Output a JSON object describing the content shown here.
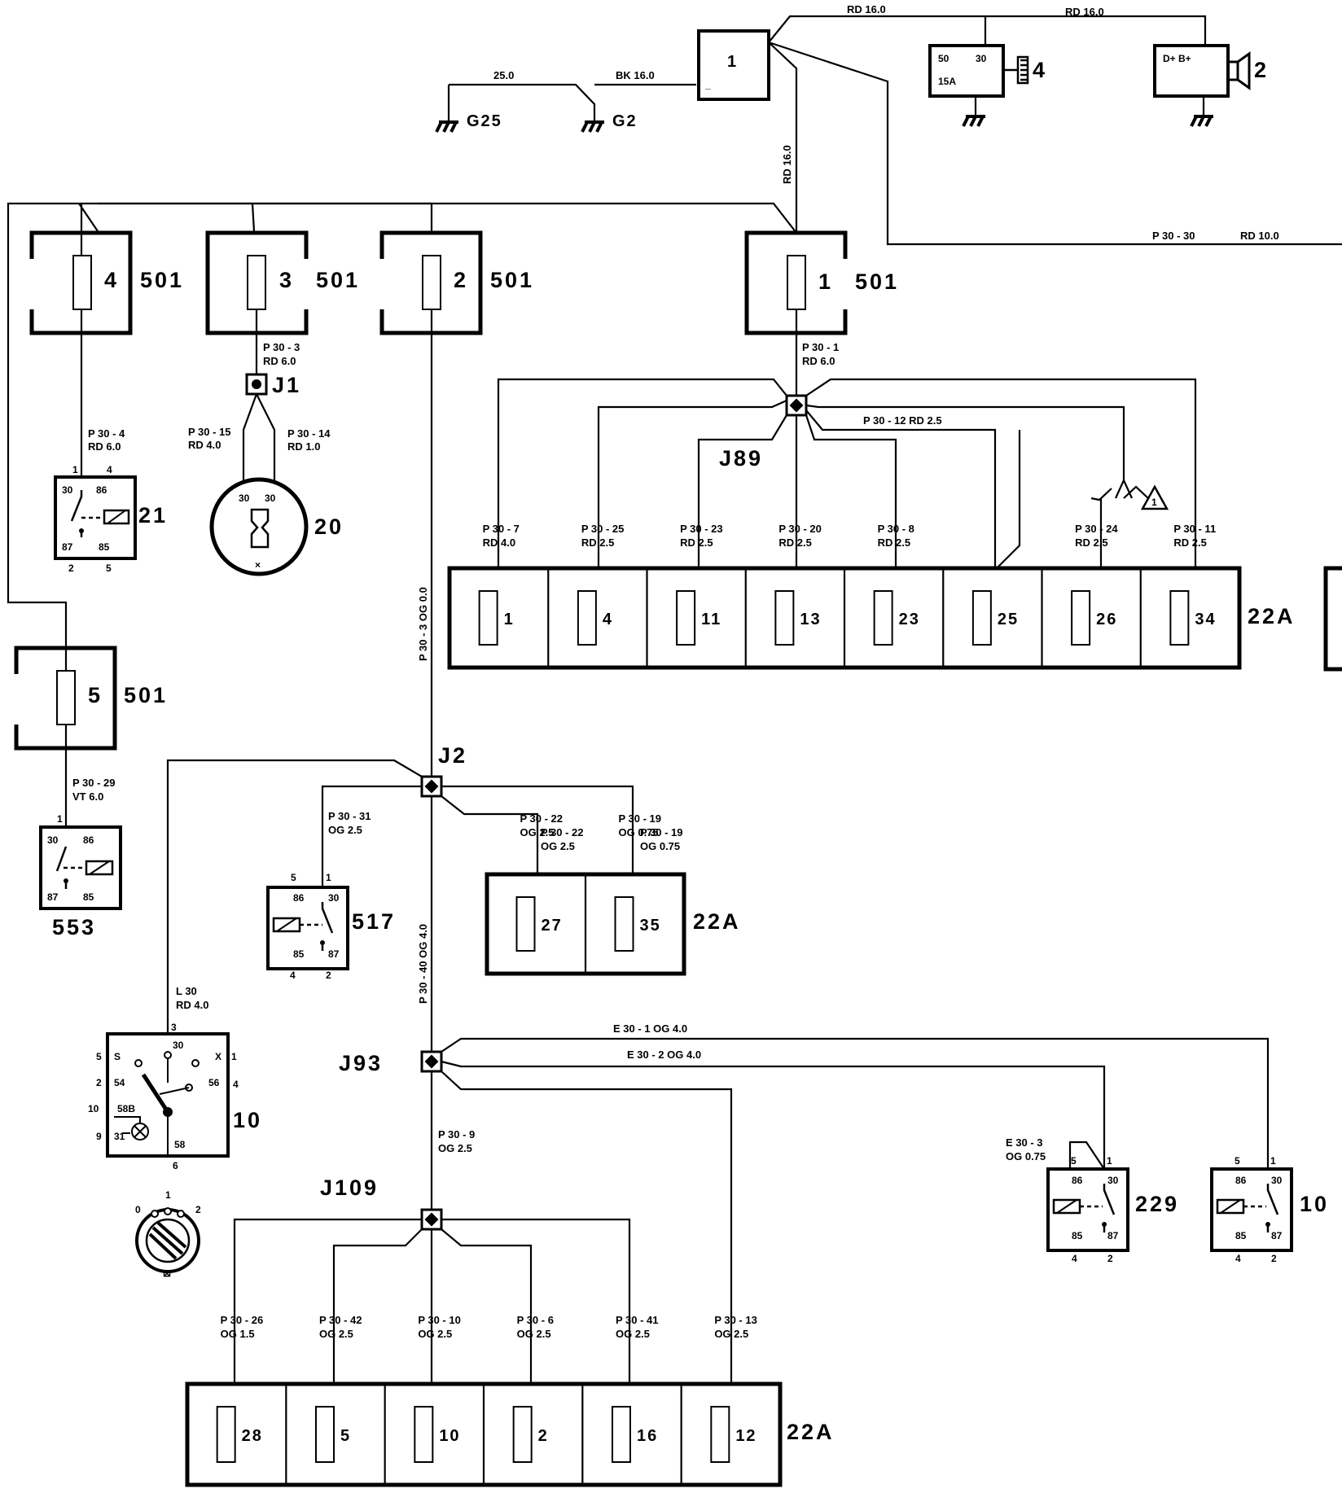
{
  "ground_left": "25.0",
  "grounds": [
    "G25",
    "G2"
  ],
  "battery": {
    "id": "1",
    "neg": "_"
  },
  "wires_top": [
    "BK 16.0",
    "RD 16.0",
    "RD 16.0",
    "RD 16.0",
    "P 30 - 30",
    "RD 10.0"
  ],
  "starter": {
    "id": "4",
    "t1": "50",
    "t2": "30",
    "fuse": "15A"
  },
  "alternator": {
    "id": "2",
    "t": "D+ B+"
  },
  "fuse_501": [
    "4",
    "3",
    "2",
    "1",
    "5"
  ],
  "fuse_501_suffix": "501",
  "wires": {
    "p30_3": "P 30 - 3",
    "p30_3b": "RD 6.0",
    "p30_1": "P 30 - 1",
    "p30_1b": "RD 6.0",
    "p30_4": "P 30 - 4",
    "p30_4b": "RD 6.0",
    "p30_15": "P 30 - 15",
    "p30_15b": "RD 4.0",
    "p30_14": "P 30 - 14",
    "p30_14b": "RD 1.0",
    "p30_12": "P 30 - 12  RD 2.5",
    "p30_29": "P 30 - 29",
    "p30_29b": "VT 6.0",
    "p30_31": "P 30 - 31",
    "p30_31b": "OG 2.5",
    "p30_22": "P 30 - 22",
    "p30_22b": "OG 2.5",
    "p30_19": "P 30 - 19",
    "p30_19b": "OG 0.75",
    "l30": "L 30",
    "l30b": "RD 4.0",
    "e30_1": "E 30 - 1   OG  4.0",
    "e30_2": "E 30 - 2   OG  4.0",
    "e30_3": "E 30 - 3",
    "e30_3b": "OG  0.75",
    "p30_9": "P 30 - 9",
    "p30_9b": "OG  2.5",
    "vert_a": "P 30 - 3   OG  0.0",
    "vert_b": "P 30 - 40   OG  4.0"
  },
  "junctions": [
    "J1",
    "J89",
    "J2",
    "J93",
    "J109"
  ],
  "row1": {
    "id": "22A",
    "wires": [
      [
        "P 30 - 7",
        "RD 4.0"
      ],
      [
        "P 30 - 25",
        "RD  2.5"
      ],
      [
        "P 30 - 23",
        "RD  2.5"
      ],
      [
        "P 30 - 20",
        "RD  2.5"
      ],
      [
        "P 30 - 8",
        "RD  2.5"
      ],
      [
        "",
        ""
      ],
      [
        "P 30 - 24",
        "RD  2.5"
      ],
      [
        "P 30 - 11",
        "RD  2.5"
      ]
    ],
    "fuses": [
      "1",
      "4",
      "11",
      "13",
      "23",
      "25",
      "26",
      "34"
    ]
  },
  "row2": {
    "id": "22A",
    "wires": [
      [
        "P 30 - 22",
        "OG  2.5"
      ],
      [
        "P 30 - 19",
        "OG  0.75"
      ]
    ],
    "fuses": [
      "27",
      "35"
    ]
  },
  "row3": {
    "id": "22A",
    "wires": [
      [
        "P 30 - 26",
        "OG  1.5"
      ],
      [
        "P 30 - 42",
        "OG  2.5"
      ],
      [
        "P 30 - 10",
        "OG  2.5"
      ],
      [
        "P 30 - 6",
        "OG  2.5"
      ],
      [
        "P 30 - 41",
        "OG  2.5"
      ],
      [
        "P 30 - 13",
        "OG  2.5"
      ]
    ],
    "fuses": [
      "28",
      "5",
      "10",
      "2",
      "16",
      "12"
    ]
  },
  "components": {
    "c21": "21",
    "c20": "20",
    "c553": "553",
    "c517": "517",
    "c10": "10",
    "c229": "229",
    "c10b": "10"
  },
  "relay_pins": {
    "p30": "30",
    "p86": "86",
    "p87": "87",
    "p85": "85"
  },
  "switch_pins": {
    "s": "S",
    "x": "X",
    "p30": "30",
    "p54": "54",
    "p56": "56",
    "p58b": "58B",
    "p31": "31",
    "p58": "58"
  },
  "pin_numbers": {
    "n1": "1",
    "n2": "2",
    "n3": "3",
    "n4": "4",
    "n5": "5",
    "n6": "6",
    "n9": "9",
    "n10": "10",
    "n0": "0"
  },
  "note_symbol": "1"
}
